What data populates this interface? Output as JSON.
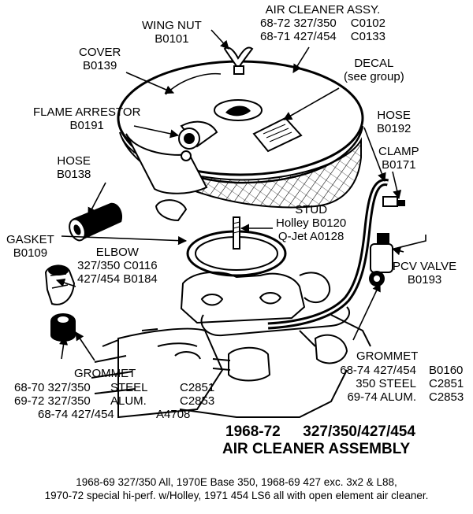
{
  "labels": {
    "air_cleaner": {
      "title": "AIR CLEANER ASSY.",
      "line1_years": "68-72 327/350",
      "line1_code": "C0102",
      "line2_years": "68-71 427/454",
      "line2_code": "C0133"
    },
    "wing_nut": {
      "name": "WING NUT",
      "code": "B0101"
    },
    "cover": {
      "name": "COVER",
      "code": "B0139"
    },
    "decal": {
      "name": "DECAL",
      "note": "(see group)"
    },
    "flame_arrestor": {
      "name": "FLAME ARRESTOR",
      "code": "B0191"
    },
    "hose_left": {
      "name": "HOSE",
      "code": "B0138"
    },
    "hose_right": {
      "name": "HOSE",
      "code": "B0192"
    },
    "clamp": {
      "name": "CLAMP",
      "code": "B0171"
    },
    "stud": {
      "name": "STUD",
      "line1": "Holley B0120",
      "line2": "Q-Jet A0128"
    },
    "gasket": {
      "name": "GASKET",
      "code": "B0109"
    },
    "elbow": {
      "name": "ELBOW",
      "line1": "327/350 C0116",
      "line2": "427/454 B0184"
    },
    "pcv_valve": {
      "name": "PCV VALVE",
      "code": "B0193"
    },
    "grommet_left": {
      "name": "GROMMET",
      "rows": [
        {
          "years": "68-70 327/350",
          "type": "STEEL",
          "code": "C2851"
        },
        {
          "years": "69-72 327/350",
          "type": "ALUM.",
          "code": "C2853"
        },
        {
          "years": "68-74 427/454",
          "type": "",
          "code": "A4708"
        }
      ]
    },
    "grommet_right": {
      "name": "GROMMET",
      "rows": [
        {
          "years": "68-74 427/454",
          "code": "B0160"
        },
        {
          "years": "350 STEEL",
          "code": "C2851"
        },
        {
          "years": "69-74 ALUM.",
          "code": "C2853"
        }
      ]
    }
  },
  "title": {
    "years": "1968-72",
    "engines": "327/350/427/454",
    "name": "AIR CLEANER ASSEMBLY"
  },
  "footnote": {
    "line1": "1968-69 327/350 All, 1970E Base 350, 1968-69 427 exc. 3x2 & L88,",
    "line2": "1970-72 special hi-perf. w/Holley, 1971 454 LS6 all with open element air cleaner."
  },
  "colors": {
    "ink": "#000000",
    "paper": "#ffffff"
  },
  "icons": [
    "wing-nut-icon",
    "arrow-icon"
  ]
}
